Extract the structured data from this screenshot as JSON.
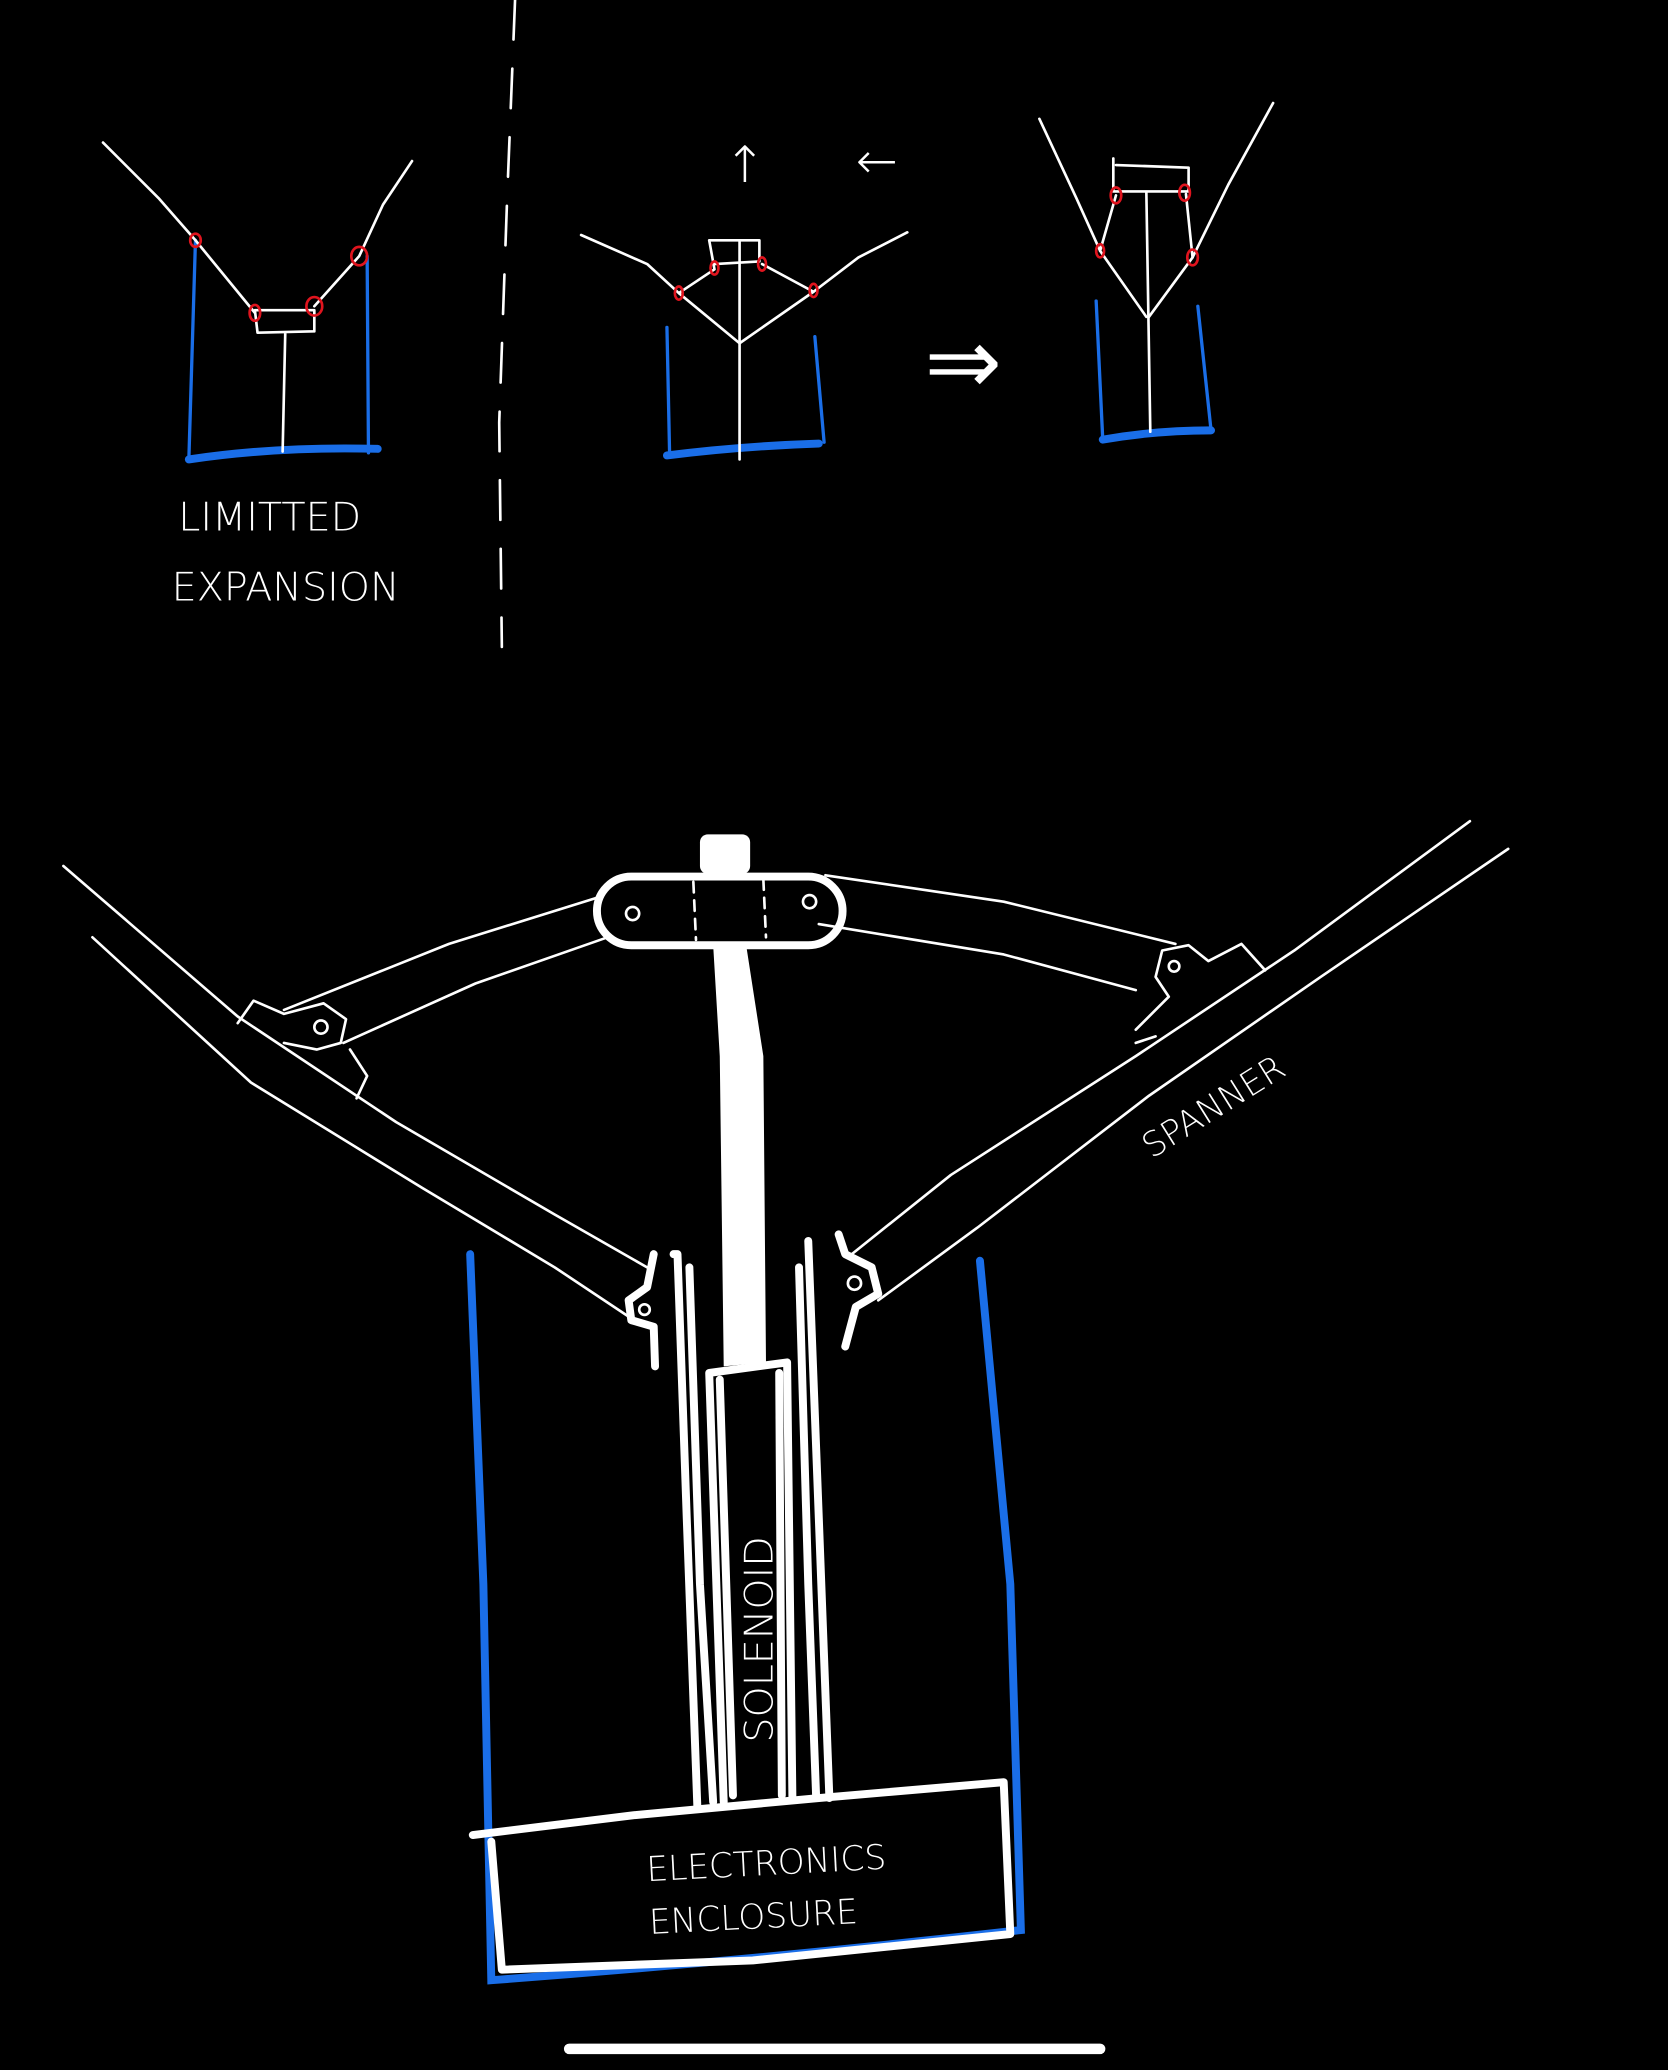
{
  "colors": {
    "background": "#000000",
    "ink": "#ffffff",
    "enclosure": "#1a6ee8",
    "pivot": "#e0141e"
  },
  "top_sketches": {
    "left_label_line1": "LIMITTED",
    "left_label_line2": "EXPANSION",
    "arrow_up": "↑",
    "arrow_left": "←",
    "transition_arrow": "⇒"
  },
  "main_sketch": {
    "spanner_label": "SPANNER",
    "solenoid_label": "SOLENOID",
    "enclosure_label_line1": "ELECTRONICS",
    "enclosure_label_line2": "ENCLOSURE"
  }
}
